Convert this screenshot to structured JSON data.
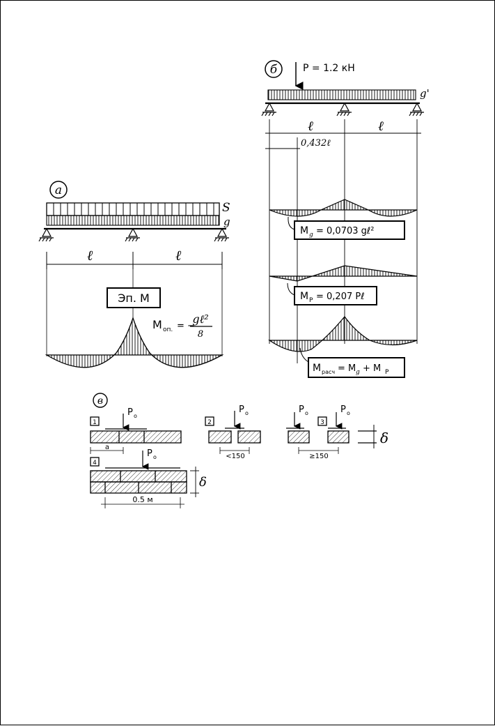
{
  "panel_a": {
    "marker": "а",
    "load_s": "S",
    "load_g": "g",
    "span_left": "ℓ",
    "span_right": "ℓ",
    "moment_title": "Эп. М",
    "support_moment": "M",
    "support_moment_sub": "оп.",
    "support_moment_eq": "= −",
    "formula_num": "gℓ²",
    "formula_den": "8"
  },
  "panel_b": {
    "marker": "б",
    "force": "P = 1.2 кН",
    "load_q": "g'",
    "span_left": "ℓ",
    "span_right": "ℓ",
    "dist": "0,432ℓ",
    "mg_label": "M",
    "mg_sub": "g",
    "mg_value": "= 0,0703 gℓ²",
    "mp_label": "M",
    "mp_sub": "P",
    "mp_value": "= 0,207 Pℓ",
    "mcalc_label": "M",
    "mcalc_sub": "расч",
    "mcalc_eq": "= M",
    "mcalc_sub2": "g",
    "mcalc_plus": "+ M",
    "mcalc_sub3": "P"
  },
  "panel_v": {
    "marker": "в",
    "case1": "1",
    "case2": "2",
    "case3": "3",
    "case4": "4",
    "p0": "P",
    "p0_sub": "о",
    "dim_a": "a",
    "dim_lt150": "<150",
    "dim_ge150": "≥150",
    "dim_05m": "0.5 м",
    "delta": "δ"
  }
}
